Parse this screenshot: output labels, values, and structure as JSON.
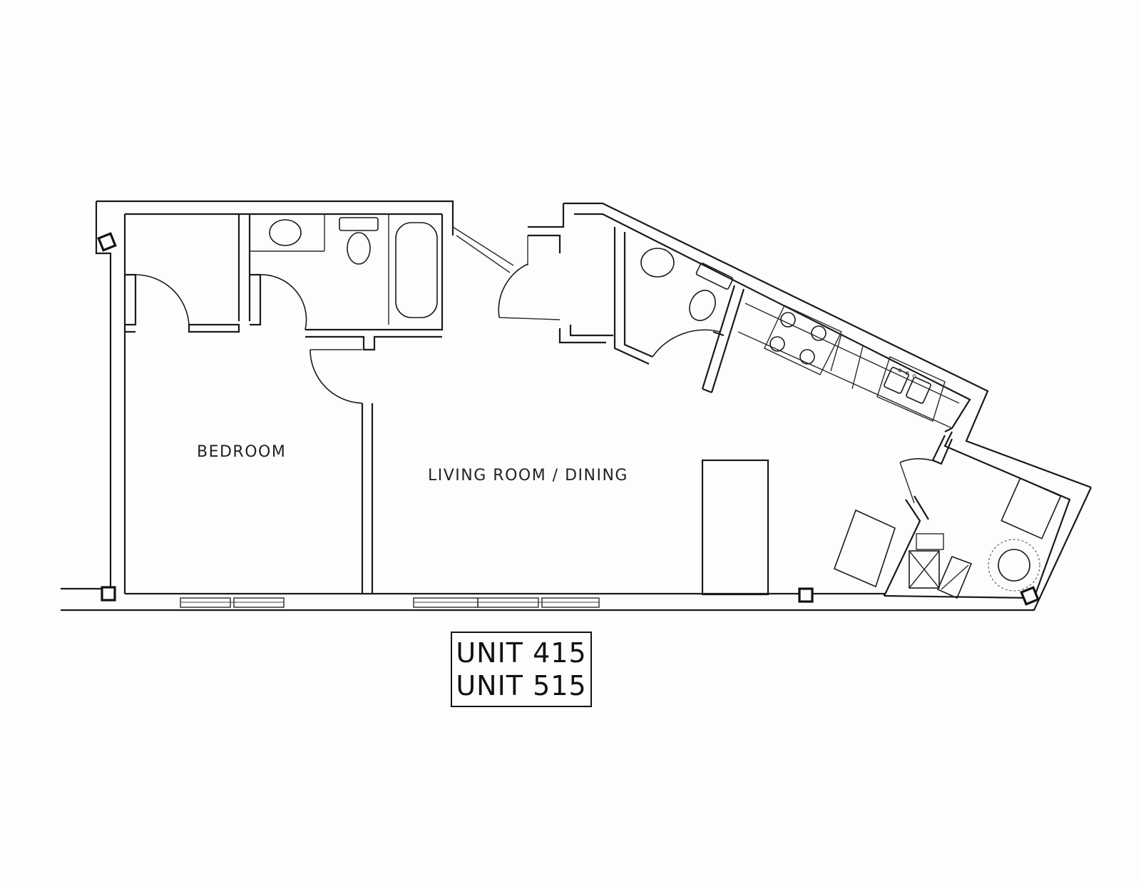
{
  "rooms": {
    "bedroom": "BEDROOM",
    "living_dining": "LIVING ROOM / DINING"
  },
  "unit_box": {
    "line1": "UNIT 415",
    "line2": "UNIT 515"
  },
  "colors": {
    "line": "#1a1a1a",
    "paper": "#fdfdfb"
  }
}
